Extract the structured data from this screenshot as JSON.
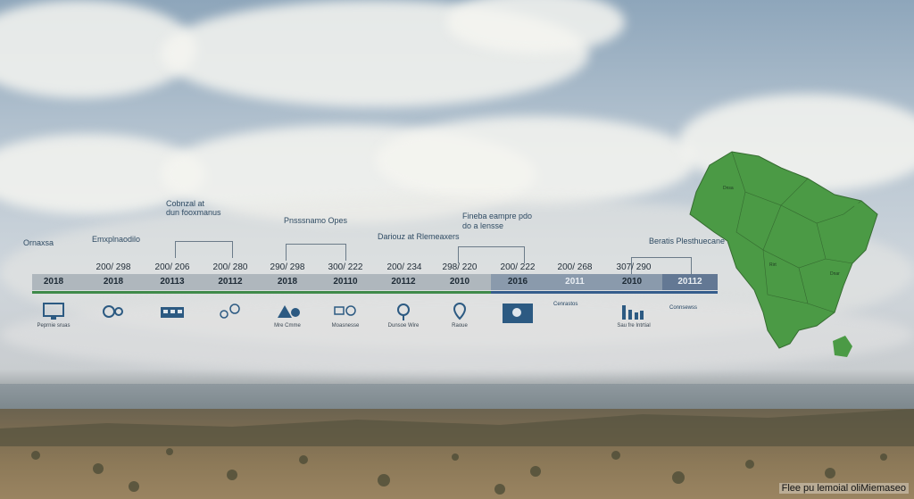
{
  "colors": {
    "green": "#3f8a4a",
    "blue": "#355d8c",
    "map": "#4b9a45"
  },
  "timeline": {
    "headers": [
      "Ornaxsa",
      "Emxplnaodilo",
      "Cobnzal at",
      "dun fooxmanus",
      "Pnsssnamo Opes",
      "Dariouz at Rlemeaxers",
      "Fineba eampre pdo",
      "do a lensse",
      "Beratis Plesthuecane"
    ],
    "ranges": [
      "200/ 298",
      "200/ 206",
      "200/ 280",
      "290/ 298",
      "300/ 222",
      "200/ 234",
      "298/ 220",
      "200/ 222",
      "200/ 268",
      "307/ 290"
    ],
    "years": [
      "2018",
      "2018",
      "20113",
      "20112",
      "2018",
      "20110",
      "20112",
      "2010",
      "2016",
      "2011",
      "2010",
      "20112"
    ],
    "captions": [
      "Peprnie sruas",
      "",
      "",
      "",
      "Mre Cmme",
      "Moasnesse",
      "Dunsoe Wire",
      "Raoue",
      "",
      "",
      "Sau fre Intrtial",
      ""
    ],
    "callouts": [
      "Cenrastos",
      "Connsewss"
    ]
  },
  "map": {
    "labels": [
      "Dnsa",
      "Rirt",
      "Dnar"
    ]
  },
  "footer": "Flee pu lemoial oliMiemaseo"
}
